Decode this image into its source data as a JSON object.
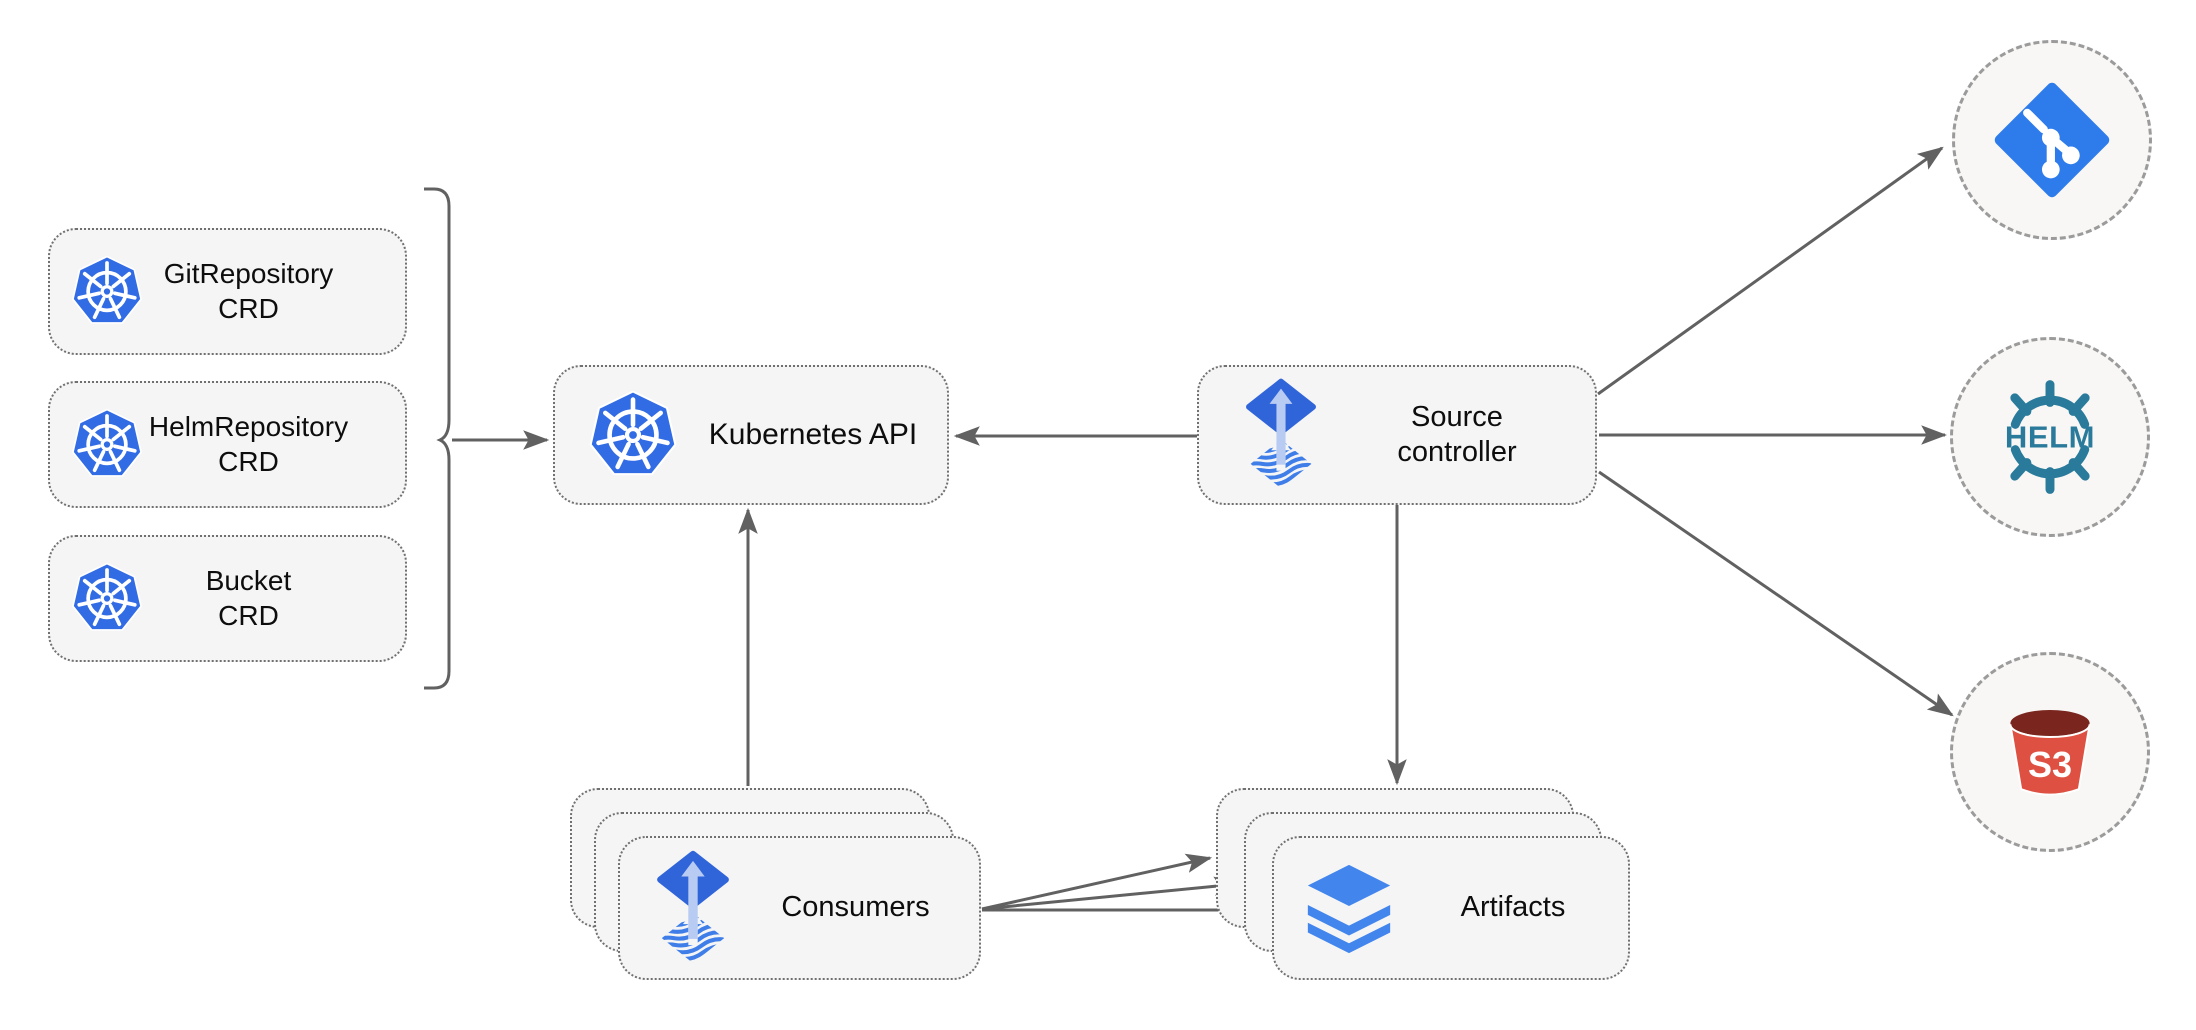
{
  "diagram": {
    "kind": "flux-source-controller-architecture",
    "nodes": {
      "crds": [
        {
          "line1": "GitRepository",
          "line2": "CRD",
          "icon": "kubernetes-icon"
        },
        {
          "line1": "HelmRepository",
          "line2": "CRD",
          "icon": "kubernetes-icon"
        },
        {
          "line1": "Bucket",
          "line2": "CRD",
          "icon": "kubernetes-icon"
        }
      ],
      "kubernetes_api": {
        "label": "Kubernetes API",
        "icon": "kubernetes-icon"
      },
      "source_controller": {
        "line1": "Source",
        "line2": "controller",
        "icon": "flux-icon"
      },
      "consumers": {
        "label": "Consumers",
        "icon": "flux-icon",
        "stack_count": 3
      },
      "artifacts": {
        "label": "Artifacts",
        "icon": "layers-icon",
        "stack_count": 3
      },
      "git_source": {
        "icon": "git-icon"
      },
      "helm_source": {
        "icon": "helm-icon",
        "text": "HELM"
      },
      "s3_source": {
        "icon": "s3-bucket-icon",
        "text": "S3"
      }
    },
    "colors": {
      "background": "#ffffff",
      "node_fill": "#f5f5f5",
      "node_border": "#707070",
      "connector": "#616161",
      "text": "#0d0d0d",
      "kubernetes_blue": "#326ce5",
      "flux_blue": "#3065da",
      "flux_arrow_light": "#b8cbf2",
      "flux_wave_blue": "#3f7ee8",
      "git_blue": "#2e7ceb",
      "helm_teal": "#2a7b9b",
      "s3_red": "#de5142",
      "s3_dark_red": "#7a251e",
      "layers_blue": "#4285ec",
      "circle_border": "#9b9b9b",
      "circle_fill": "#f8f7f5"
    }
  }
}
